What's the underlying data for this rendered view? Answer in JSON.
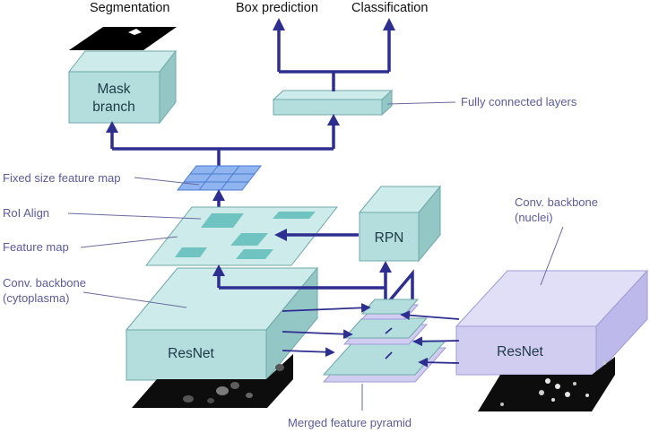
{
  "labels": {
    "segmentation": "Segmentation",
    "box_prediction": "Box prediction",
    "classification": "Classification",
    "mask_branch_line1": "Mask",
    "mask_branch_line2": "branch",
    "fully_connected_layers": "Fully connected layers",
    "fixed_size_feature_map": "Fixed size feature map",
    "roi_align": "RoI Align",
    "feature_map": "Feature map",
    "rpn": "RPN",
    "conv_backbone_cyto_line1": "Conv. backbone",
    "conv_backbone_cyto_line2": "(cytoplasma)",
    "conv_backbone_nuclei_line1": "Conv. backbone",
    "conv_backbone_nuclei_line2": "(nuclei)",
    "resnet_left": "ResNet",
    "resnet_right": "ResNet",
    "merged_feature_pyramid": "Merged feature pyramid"
  },
  "colors": {
    "teal_box": "#b3dedd",
    "lavender_box": "#d0cdf1",
    "arrow": "#2e2e91",
    "label_purple": "#5b5b9b",
    "grid_blue": "#8fb4f0"
  }
}
